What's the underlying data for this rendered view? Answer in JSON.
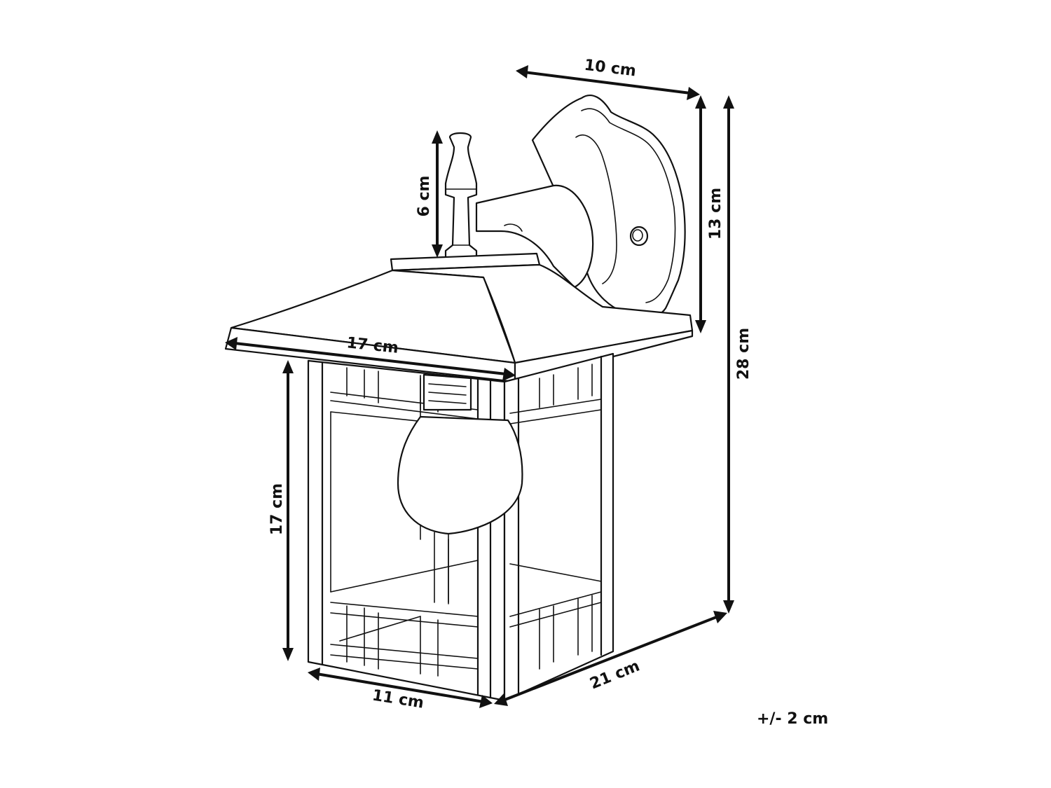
{
  "dimensions": {
    "bracket_depth": "10 cm",
    "finial_height": "6 cm",
    "backplate_height": "13 cm",
    "total_height": "28 cm",
    "roof_width": "17 cm",
    "body_height": "17 cm",
    "base_width": "11 cm",
    "total_depth": "21 cm"
  },
  "tolerance": "+/- 2 cm"
}
